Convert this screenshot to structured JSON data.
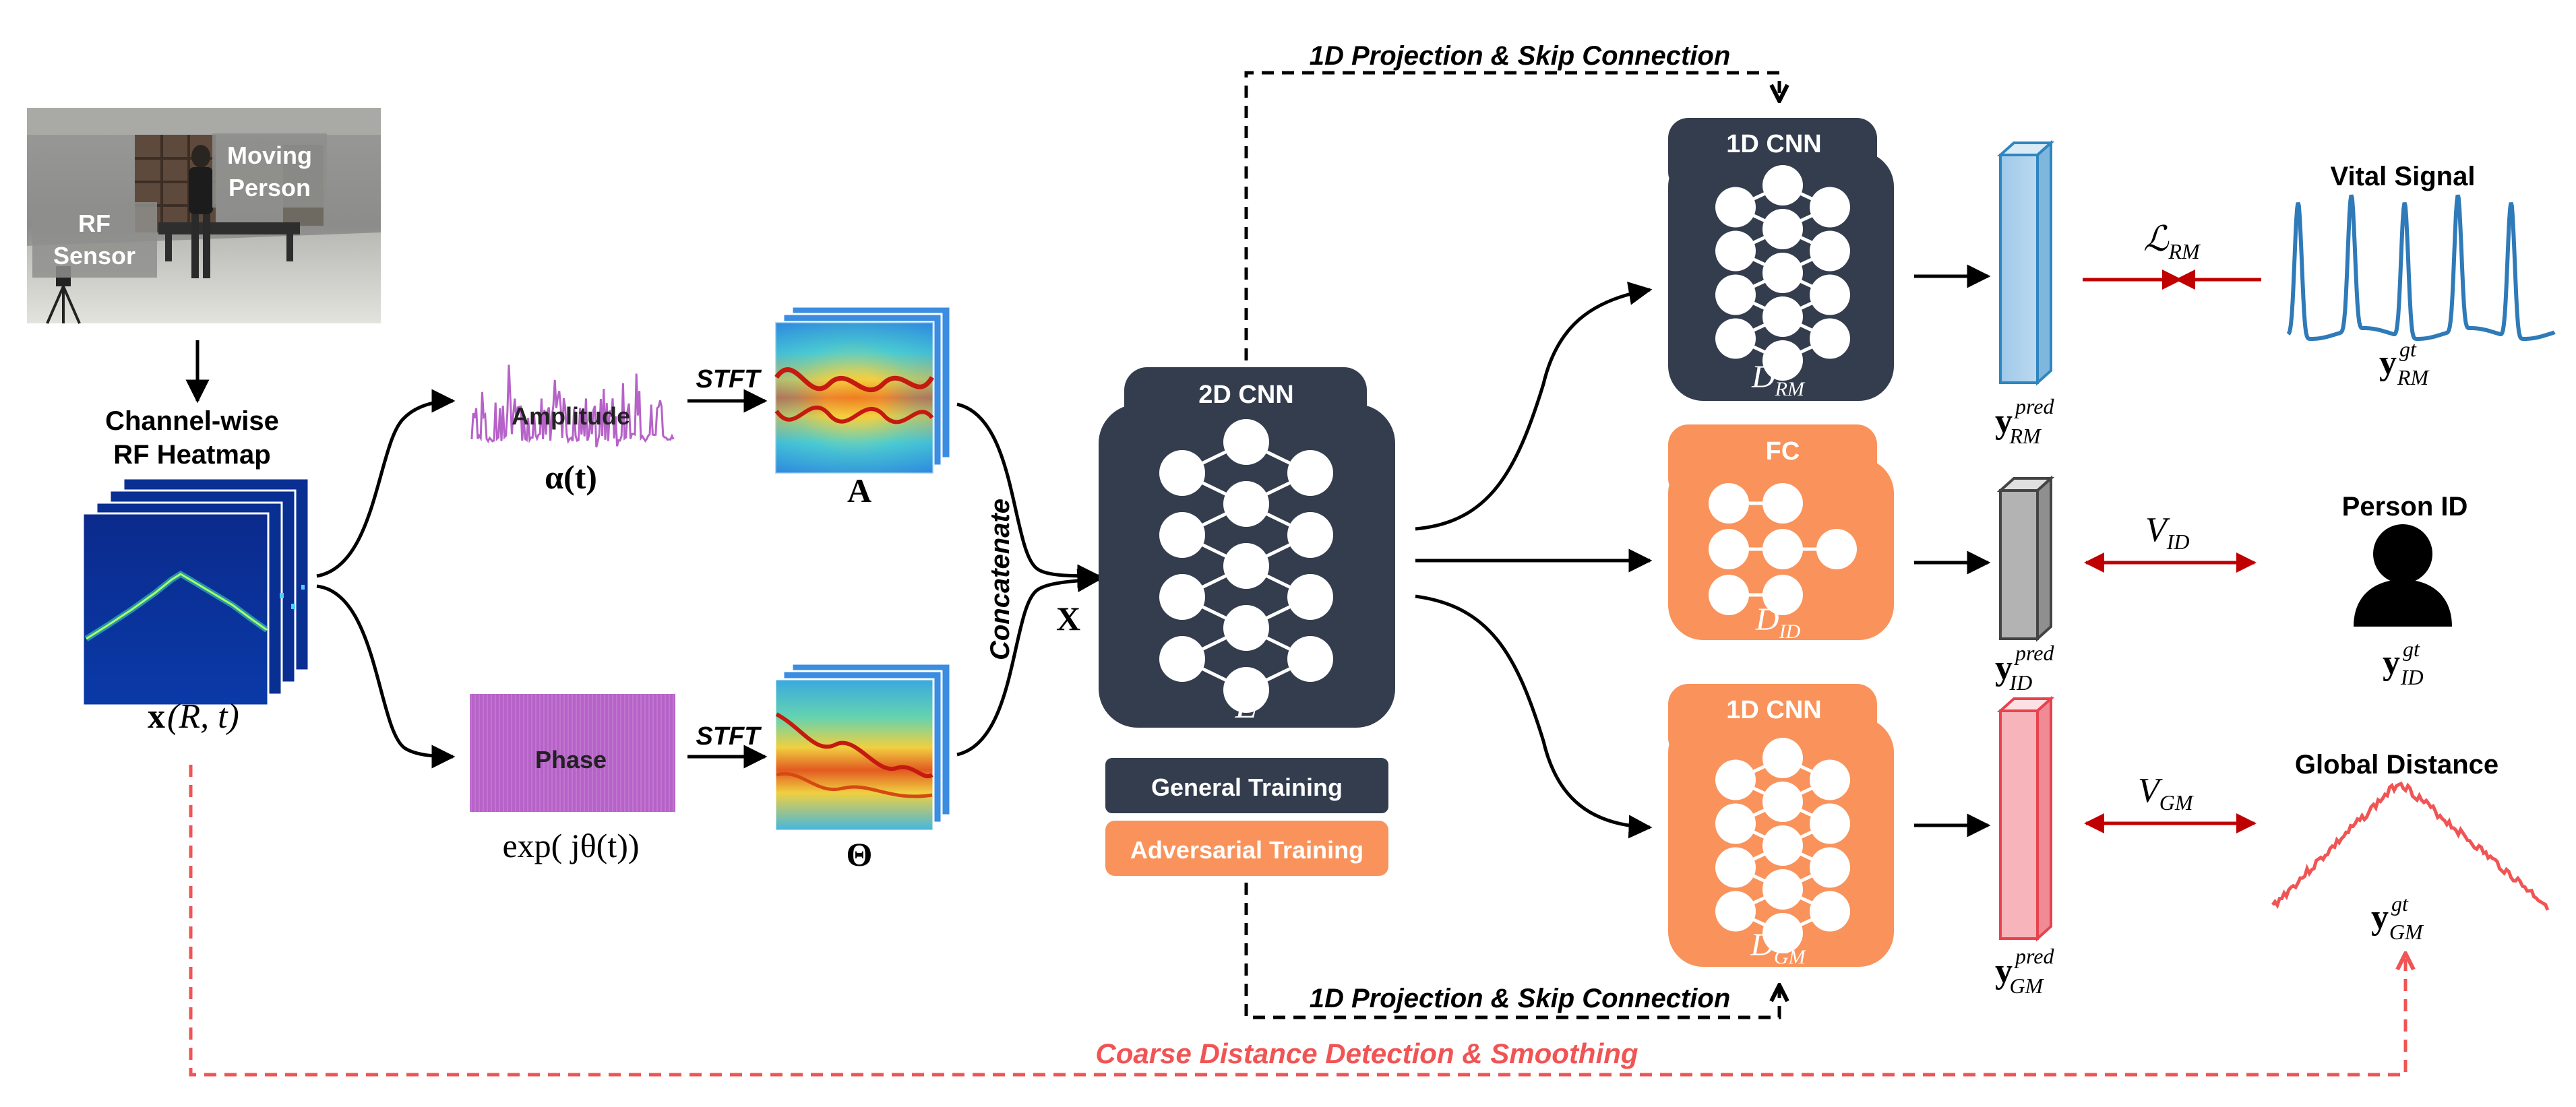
{
  "photo": {
    "moving_person_line1": "Moving",
    "moving_person_line2": "Person",
    "rf_sensor_line1": "RF",
    "rf_sensor_line2": "Sensor"
  },
  "heatmap": {
    "title_line1": "Channel-wise",
    "title_line2": "RF Heatmap",
    "symbol_bold": "x",
    "symbol_args": "(R, t)"
  },
  "amplitude": {
    "label": "Amplitude",
    "symbol": "α(t)"
  },
  "phase": {
    "label": "Phase",
    "symbol": "exp( jθ(t))"
  },
  "stft": {
    "top": "STFT",
    "bottom": "STFT"
  },
  "spectrograms": {
    "amp_symbol": "A",
    "phase_symbol": "Θ"
  },
  "concatenate": "Concatenate",
  "input_symbol": "X",
  "encoder": {
    "title": "2D CNN",
    "symbol": "E",
    "general_training": "General Training",
    "adversarial_training": "Adversarial Training"
  },
  "skip": {
    "top": "1D Projection & Skip Connection",
    "bottom": "1D Projection & Skip Connection"
  },
  "decoders": [
    {
      "title": "1D CNN",
      "symbol": "D",
      "sub": "RM"
    },
    {
      "title": "FC",
      "symbol": "D",
      "sub": "ID"
    },
    {
      "title": "1D CNN",
      "symbol": "D",
      "sub": "GM"
    }
  ],
  "predictions": [
    {
      "symbol": "y",
      "sup": "pred",
      "sub": "RM"
    },
    {
      "symbol": "y",
      "sup": "pred",
      "sub": "ID"
    },
    {
      "symbol": "y",
      "sup": "pred",
      "sub": "GM"
    }
  ],
  "losses": [
    {
      "symbol": "ℒ",
      "sub": "RM"
    },
    {
      "symbol": "V",
      "sub": "ID"
    },
    {
      "symbol": "V",
      "sub": "GM"
    }
  ],
  "outputs": [
    {
      "title": "Vital Signal",
      "symbol": "y",
      "sup": "gt",
      "sub": "RM"
    },
    {
      "title": "Person ID",
      "symbol": "y",
      "sup": "gt",
      "sub": "ID"
    },
    {
      "title": "Global Distance",
      "symbol": "y",
      "sup": "gt",
      "sub": "GM"
    }
  ],
  "coarse": "Coarse Distance Detection & Smoothing",
  "colors": {
    "dark_box": "#333d4d",
    "orange_box": "#f9935b",
    "blue_bar": "#a9cde8",
    "gray_bar": "#b3b3b3",
    "pink_bar": "#f7b5bb",
    "loss_arrow": "#c00000",
    "coarse_red": "#f05454",
    "waveform": "#b662c8"
  }
}
